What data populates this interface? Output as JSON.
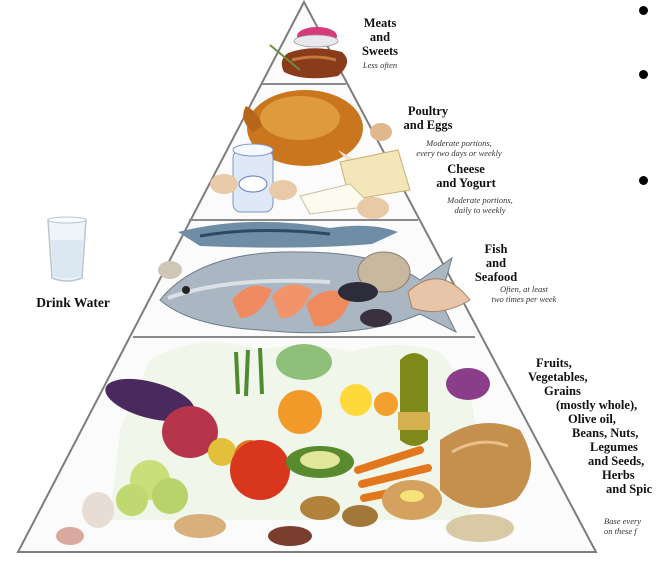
{
  "tiers": [
    {
      "title_lines": [
        "Meats",
        "and",
        "Sweets"
      ],
      "subtitle_lines": [
        "Less often"
      ]
    },
    {
      "title_lines": [
        "Poultry",
        "and Eggs"
      ],
      "subtitle_lines": [
        "Moderate portions,",
        "every two days or weekly"
      ]
    },
    {
      "title_lines": [
        "Cheese",
        "and Yogurt"
      ],
      "subtitle_lines": [
        "Moderate portions,",
        "daily to weekly"
      ]
    },
    {
      "title_lines": [
        "Fish",
        "and",
        "Seafood"
      ],
      "subtitle_lines": [
        "Often, at least",
        "two times per week"
      ]
    },
    {
      "title_lines": [
        "Fruits,",
        "Vegetables,",
        "Grains",
        "(mostly whole),",
        "Olive oil,",
        "Beans, Nuts,",
        "Legumes",
        "and Seeds,",
        "Herbs",
        "and Spic"
      ],
      "subtitle_lines": [
        "Base every",
        "on these f"
      ]
    }
  ],
  "drink": {
    "label": "Drink Water"
  },
  "bullets": 3,
  "colors": {
    "pyramid_line": "#8a8a8a",
    "bullet": "#000000"
  }
}
